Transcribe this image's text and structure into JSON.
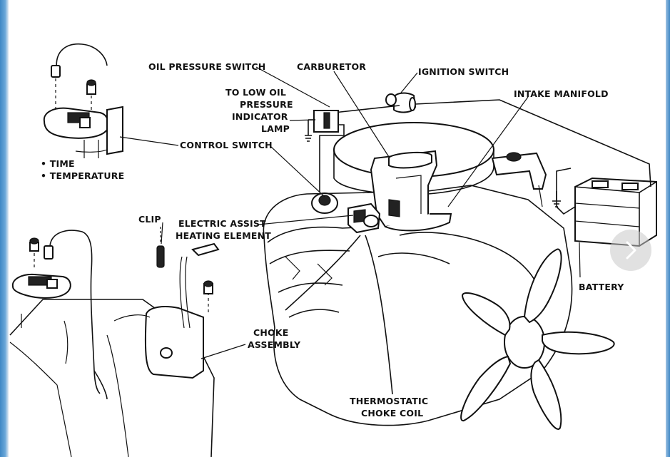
{
  "labels": {
    "oil_pressure_switch": "OIL PRESSURE SWITCH",
    "to_low_oil_1": "TO LOW OIL",
    "to_low_oil_2": "PRESSURE",
    "to_low_oil_3": "INDICATOR",
    "to_low_oil_4": "LAMP",
    "carburetor": "CARBURETOR",
    "ignition_switch": "IGNITION SWITCH",
    "intake_manifold": "INTAKE MANIFOLD",
    "control_switch": "CONTROL SWITCH",
    "time": "• TIME",
    "temperature": "• TEMPERATURE",
    "clip": "CLIP",
    "electric_assist_1": "ELECTRIC ASSIST",
    "electric_assist_2": "HEATING ELEMENT",
    "choke_1": "CHOKE",
    "choke_2": "ASSEMBLY",
    "thermostatic_1": "THERMOSTATIC",
    "thermostatic_2": "CHOKE COIL",
    "battery": "BATTERY"
  },
  "controls": {
    "next_icon": "chevron-right-icon"
  }
}
